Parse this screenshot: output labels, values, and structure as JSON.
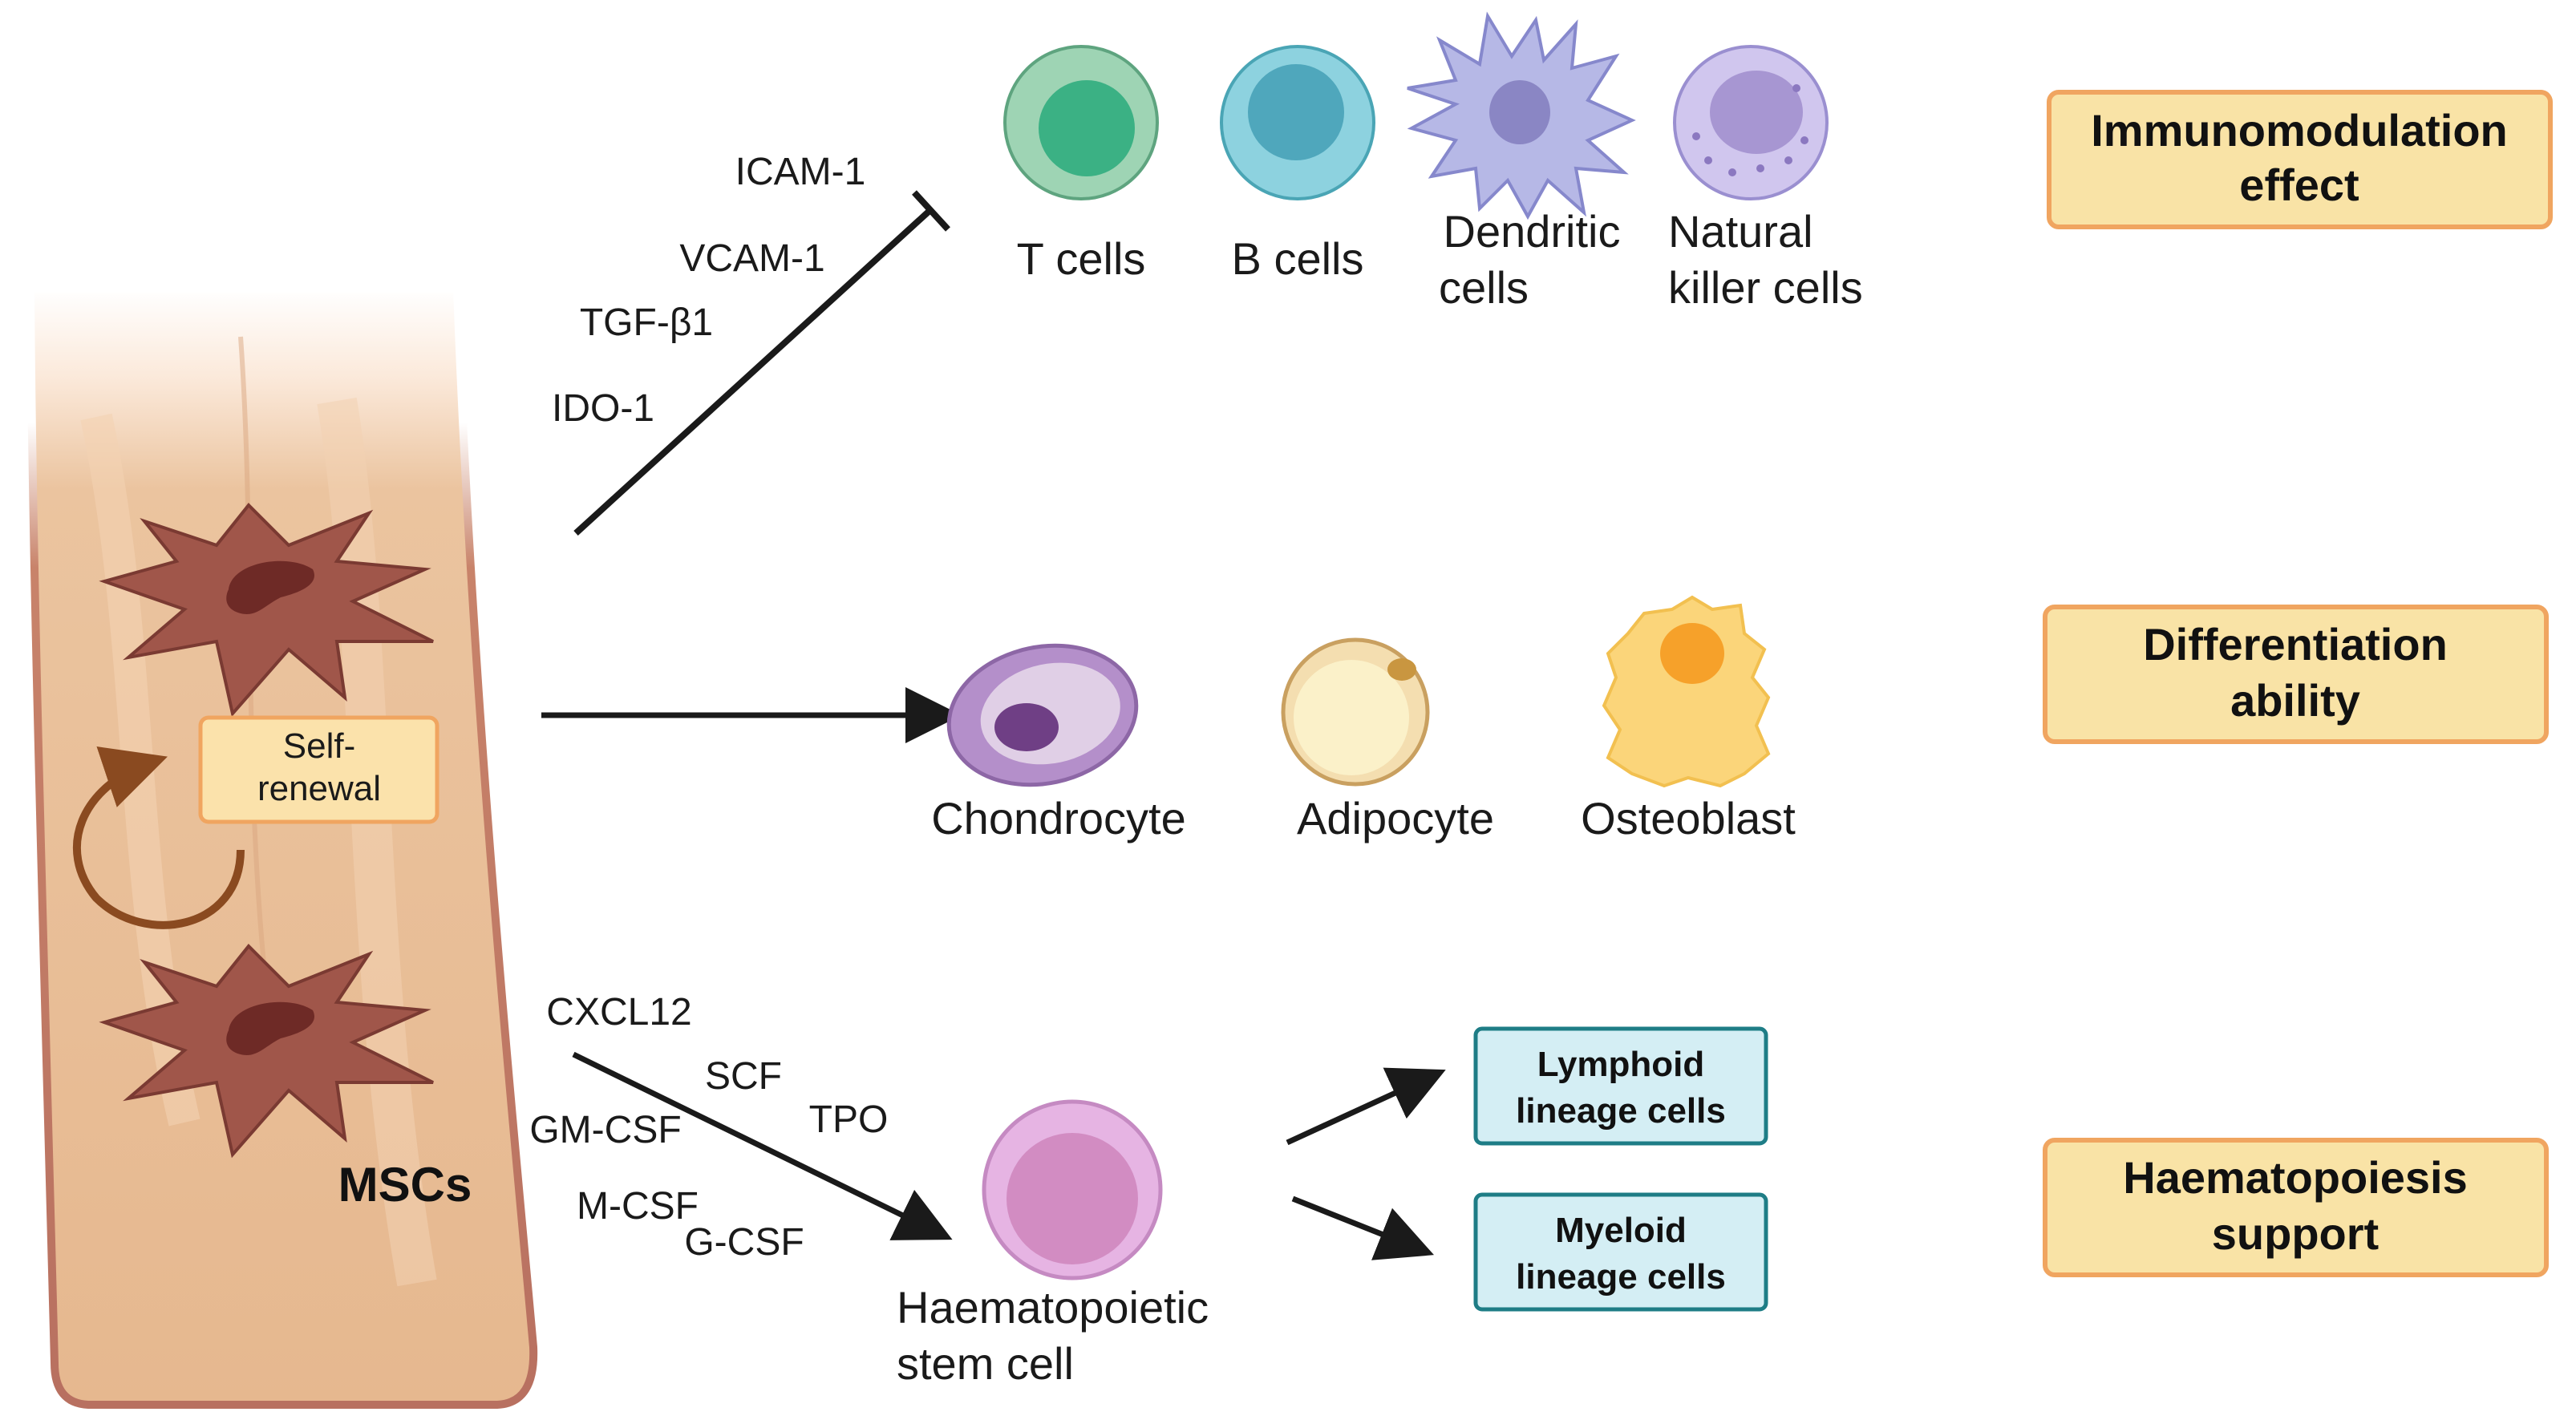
{
  "msc": {
    "label": "MSCs",
    "self_renewal": [
      "Self-",
      "renewal"
    ]
  },
  "immuno": {
    "factors": [
      "ICAM-1",
      "VCAM-1",
      "TGF-β1",
      "IDO-1"
    ],
    "cells": [
      {
        "line1": "T cells",
        "line2": ""
      },
      {
        "line1": "B cells",
        "line2": ""
      },
      {
        "line1": "Dendritic",
        "line2": "cells"
      },
      {
        "line1": "Natural",
        "line2": "killer cells"
      }
    ],
    "category": [
      "Immunomodulation",
      "effect"
    ]
  },
  "differentiation": {
    "cells": [
      "Chondrocyte",
      "Adipocyte",
      "Osteoblast"
    ],
    "category": [
      "Differentiation",
      "ability"
    ]
  },
  "haematopoiesis": {
    "factors": [
      "CXCL12",
      "SCF",
      "TPO",
      "GM-CSF",
      "M-CSF",
      "G-CSF"
    ],
    "stem_cell": [
      "Haematopoietic",
      "stem cell"
    ],
    "lineages": [
      [
        "Lymphoid",
        "lineage cells"
      ],
      [
        "Myeloid",
        "lineage cells"
      ]
    ],
    "category": [
      "Haematopoiesis",
      "support"
    ]
  },
  "colors": {
    "bone": "#e8bd96",
    "bone_edge": "#c8836a",
    "msc": "#a0564a",
    "category_fill": "#f9e3a6",
    "category_edge": "#f0a560",
    "lineage_fill": "#d4eef4",
    "lineage_edge": "#1e7d86"
  }
}
